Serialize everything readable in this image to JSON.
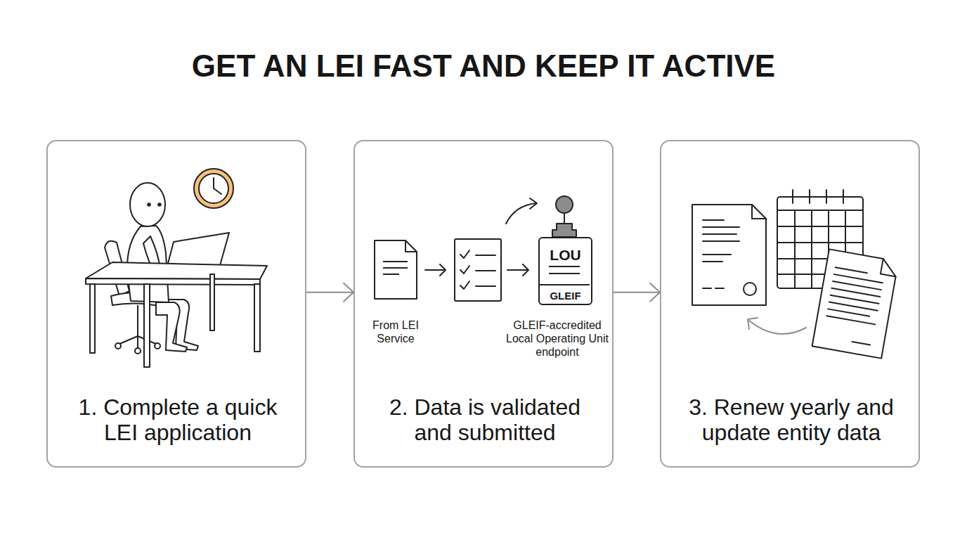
{
  "diagram": {
    "title": "GET AN LEI FAST AND KEEP IT ACTIVE",
    "nodes": [
      {
        "text": [
          "1. Complete a quick LEI application"
        ]
      },
      {
        "text": [
          "2. Data is validated and submitted"
        ]
      },
      {
        "text": [
          "LOU",
          "GLEIF"
        ],
        "in": 1
      },
      {
        "text": [
          "3. Renew yearly and update entity data"
        ]
      }
    ],
    "edges": [
      {
        "from": 0,
        "to": 1,
        "arrow": "to"
      },
      {
        "from": 1,
        "to": 3,
        "arrow": "to"
      }
    ],
    "labels": [
      "From LEI Service",
      "GLEIF-accredited Local Operating Unit endpoint"
    ]
  }
}
